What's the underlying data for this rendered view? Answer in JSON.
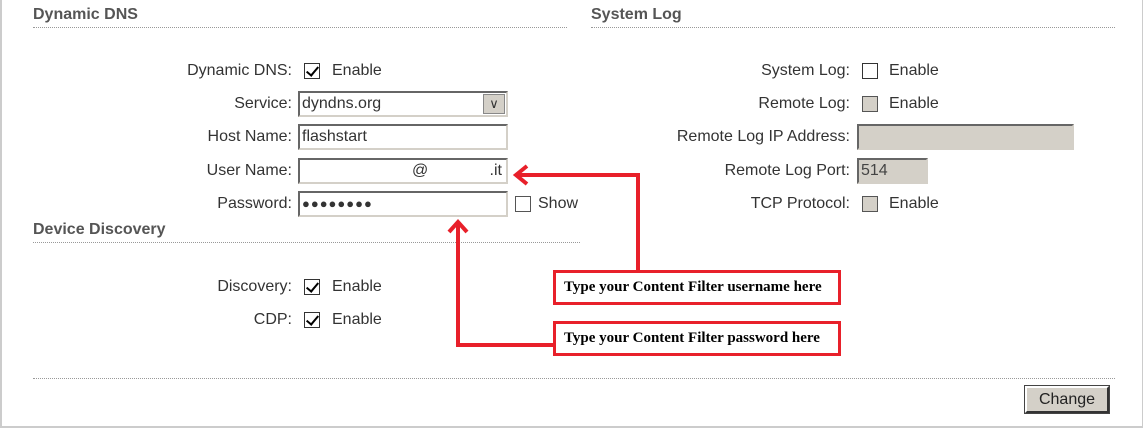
{
  "ddns": {
    "title": "Dynamic DNS",
    "dynamic_dns_label": "Dynamic DNS:",
    "enable": "Enable",
    "service_label": "Service:",
    "service_value": "dyndns.org",
    "host_label": "Host Name:",
    "host_value": "flashstart",
    "user_label": "User Name:",
    "user_at": "@",
    "user_suffix": ".it",
    "password_label": "Password:",
    "password_value": "●●●●●●●●",
    "show_label": "Show"
  },
  "discovery": {
    "title": "Device Discovery",
    "discovery_label": "Discovery:",
    "cdp_label": "CDP:",
    "enable": "Enable"
  },
  "syslog": {
    "title": "System Log",
    "system_log_label": "System Log:",
    "remote_log_label": "Remote Log:",
    "remote_ip_label": "Remote Log IP Address:",
    "remote_ip_value": "",
    "remote_port_label": "Remote Log Port:",
    "remote_port_value": "514",
    "tcp_label": "TCP Protocol:",
    "enable": "Enable"
  },
  "annotations": {
    "username": "Type your Content Filter username here",
    "password": "Type your Content Filter password here"
  },
  "change_button": "Change",
  "colors": {
    "annotation": "#e8202a",
    "disabled": "#d4d0c8"
  }
}
